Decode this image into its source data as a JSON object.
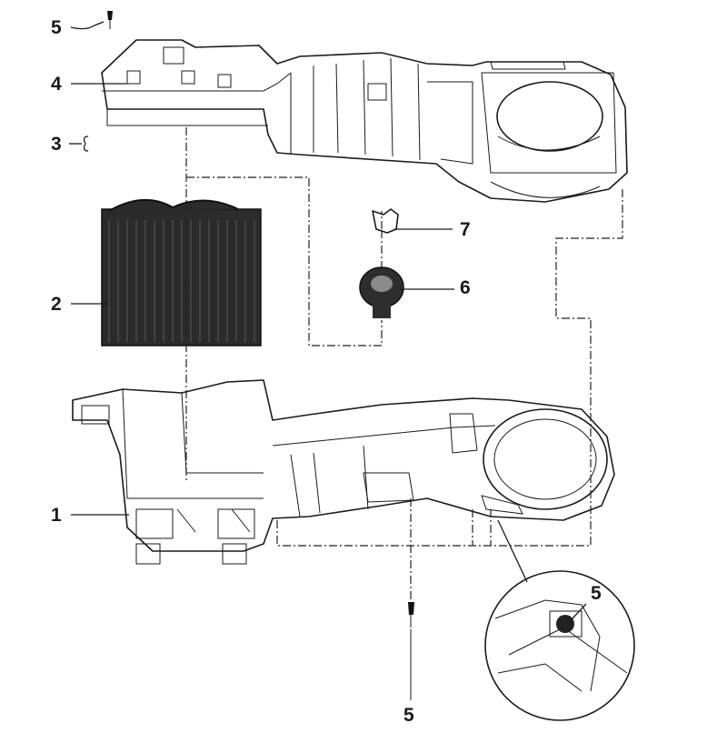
{
  "callouts": {
    "c1": "1",
    "c2": "2",
    "c3": "3",
    "c4": "4",
    "c5_top": "5",
    "c5_bottom": "5",
    "c5_detail": "5",
    "c6": "6",
    "c7": "7"
  }
}
